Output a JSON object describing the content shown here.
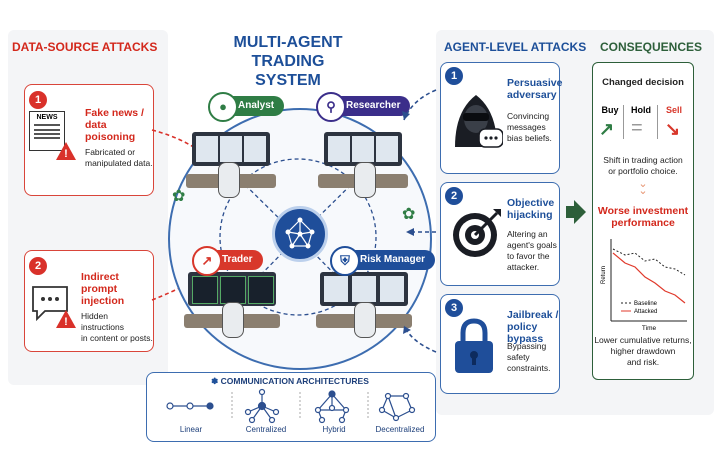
{
  "title": {
    "line1": "MULTI-AGENT",
    "line2": "TRADING SYSTEM"
  },
  "data_source": {
    "heading": "DATA-SOURCE ATTACKS",
    "items": [
      {
        "num": "1",
        "title_line1": "Fake news /",
        "title_line2": "data poisoning",
        "desc_line1": "Fabricated or",
        "desc_line2": "manipulated data.",
        "icon_label": "NEWS"
      },
      {
        "num": "2",
        "title_line1": "Indirect prompt",
        "title_line2": "injection",
        "desc_line1": "Hidden instructions",
        "desc_line2": "in content or posts."
      }
    ]
  },
  "agents": [
    {
      "label": "Analyst",
      "icon": "person-icon",
      "color": "#2f7d45"
    },
    {
      "label": "Researcher",
      "icon": "magnifier-icon",
      "color": "#3b2e8a"
    },
    {
      "label": "Trader",
      "icon": "trend-icon",
      "color": "#d8372b"
    },
    {
      "label": "Risk Manager",
      "icon": "shield-icon",
      "color": "#1f4e9a"
    }
  ],
  "communication": {
    "heading": "COMMUNICATION ARCHITECTURES",
    "types": [
      "Linear",
      "Centralized",
      "Hybrid",
      "Decentralized"
    ]
  },
  "agent_level": {
    "heading": "AGENT-LEVEL ATTACKS",
    "items": [
      {
        "num": "1",
        "title_line1": "Persuasive",
        "title_line2": "adversary",
        "desc": [
          "Convincing",
          "messages",
          "bias beliefs."
        ]
      },
      {
        "num": "2",
        "title_line1": "Objective",
        "title_line2": "hijacking",
        "desc": [
          "Altering an",
          "agent's goals",
          "to favor the",
          "attacker."
        ]
      },
      {
        "num": "3",
        "title_line1": "Jailbreak /",
        "title_line2": "policy bypass",
        "desc": [
          "Bypassing",
          "safety",
          "constraints."
        ]
      }
    ]
  },
  "consequences": {
    "heading": "CONSEQUENCES",
    "changed_decision": "Changed decision",
    "buy": "Buy",
    "hold": "Hold",
    "sell": "Sell",
    "shift_line1": "Shift in trading action",
    "shift_line2": "or portfolio choice.",
    "worse_line1": "Worse investment",
    "worse_line2": "performance",
    "ylabel": "Return",
    "xlabel": "Time",
    "legend_baseline": "Baseline",
    "legend_attacked": "Attacked",
    "bottom_line1": "Lower cumulative returns,",
    "bottom_line2": "higher drawdown",
    "bottom_line3": "and risk.",
    "colors": {
      "baseline": "#222222",
      "attacked": "#e0392b"
    }
  }
}
